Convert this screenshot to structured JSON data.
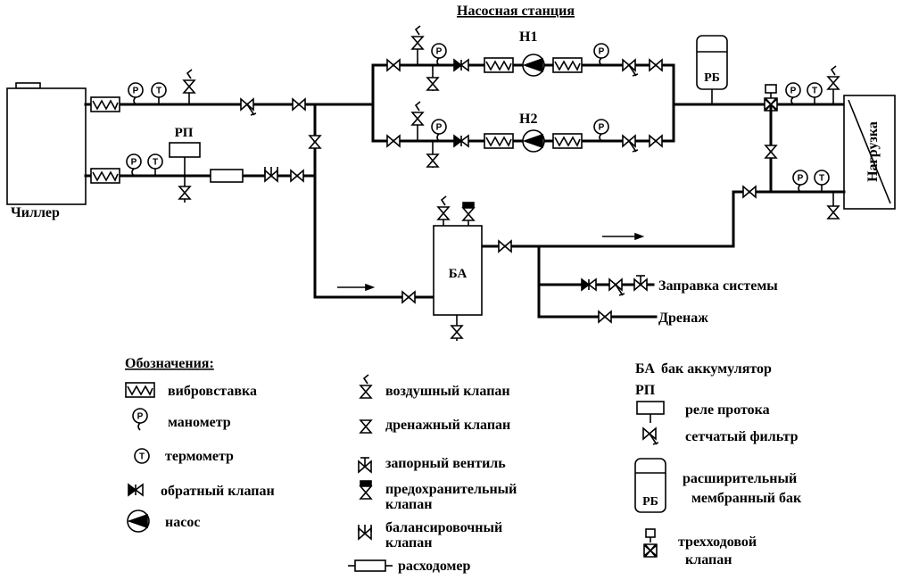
{
  "title": "Насосная станция",
  "components": {
    "chiller": "Чиллер",
    "flow_relay": "РП",
    "pump1": "Н1",
    "pump2": "Н2",
    "expansion_tank": "РБ",
    "accumulator": "БА",
    "load": "Нагрузка",
    "system_fill": "Заправка системы",
    "drain": "Дренаж",
    "gauge_letter_p": "P",
    "gauge_letter_t": "T"
  },
  "legend": {
    "heading": "Обозначения:",
    "items": [
      {
        "icon": "vibration-insert-icon",
        "label": "вибровставка"
      },
      {
        "icon": "pressure-gauge-icon",
        "label": "манометр"
      },
      {
        "icon": "thermometer-icon",
        "label": "термометр"
      },
      {
        "icon": "check-valve-icon",
        "label": "обратный клапан"
      },
      {
        "icon": "pump-icon",
        "label": "насос"
      },
      {
        "icon": "air-valve-icon",
        "label": "воздушный клапан"
      },
      {
        "icon": "drain-valve-icon",
        "label": "дренажный клапан"
      },
      {
        "icon": "shutoff-valve-icon",
        "label": "запорный вентиль"
      },
      {
        "icon": "safety-valve-icon",
        "label": "предохранительный",
        "label2": "клапан"
      },
      {
        "icon": "balancing-valve-icon",
        "label": "балансировочный",
        "label2": "клапан"
      },
      {
        "icon": "flow-meter-icon",
        "label": "расходомер"
      }
    ],
    "abbr": [
      {
        "code": "БА",
        "label": "бак аккумулятор"
      },
      {
        "code": "РП",
        "label": "реле протока"
      }
    ],
    "strainer": "сетчатый фильтр",
    "expansion": {
      "label": "расширительный",
      "label2": "мембранный бак"
    },
    "three_way": {
      "label": "трехходовой",
      "label2": "клапан"
    }
  }
}
